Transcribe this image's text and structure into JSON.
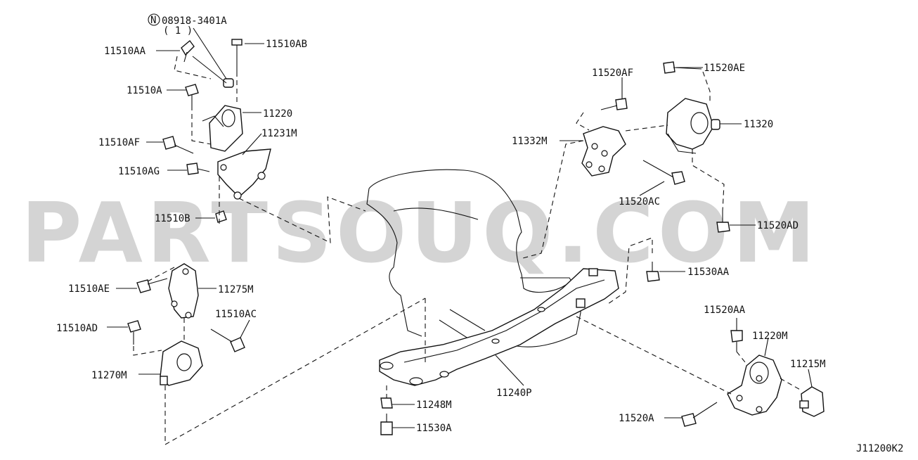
{
  "watermark": "PARTSOUQ.COM",
  "diagram_code": "J11200K2",
  "parts": {
    "p08918": "08918-3401A",
    "p08918_qty": "( 1 )",
    "p11510AA": "11510AA",
    "p11510AB": "11510AB",
    "p11510A": "11510A",
    "p11220": "11220",
    "p11231M": "11231M",
    "p11510AF": "11510AF",
    "p11510AG": "11510AG",
    "p11510B": "11510B",
    "p11510AE": "11510AE",
    "p11275M": "11275M",
    "p11510AC": "11510AC",
    "p11510AD": "11510AD",
    "p11270M": "11270M",
    "p11520AF": "11520AF",
    "p11520AE": "11520AE",
    "p11332M": "11332M",
    "p11320": "11320",
    "p11520AC": "11520AC",
    "p11520AD": "11520AD",
    "p11530AA": "11530AA",
    "p11520AA": "11520AA",
    "p11220M": "11220M",
    "p11215M": "11215M",
    "p11520A": "11520A",
    "p11240P": "11240P",
    "p11248M": "11248M",
    "p11530A": "11530A"
  }
}
